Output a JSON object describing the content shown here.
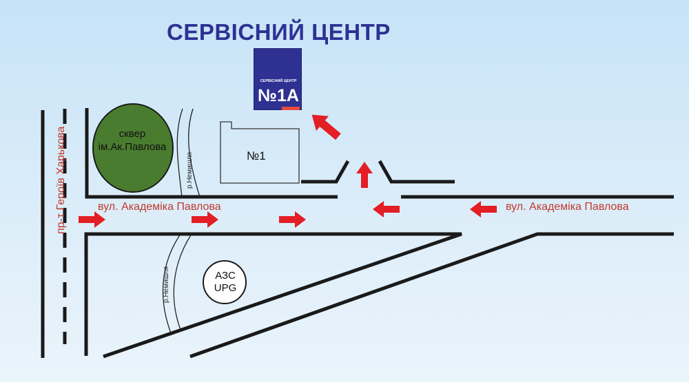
{
  "title": "СЕРВІСНИЙ ЦЕНТР",
  "service_center_sign": {
    "caption": "СЕРВІСНИЙ ЦЕНТР",
    "number": "№1А"
  },
  "labels": {
    "park": "сквер\nім.Ак.Павлова",
    "building": "№1",
    "gas_station": "АЗС\nUPG",
    "street_left": "вул. Академіка Павлова",
    "street_right": "вул. Академіка Павлова",
    "avenue": "пр-т Героїв Харькова",
    "river_top": "р.Немишля",
    "river_bottom": "р.Немишля"
  },
  "colors": {
    "brand": "#2e3192",
    "arrow": "#e31e24",
    "street_text": "#c0392b",
    "park": "#4a7c2f",
    "road_line": "#1a1a1a"
  },
  "icons": {
    "direction_arrow": "red-arrow-icon"
  }
}
